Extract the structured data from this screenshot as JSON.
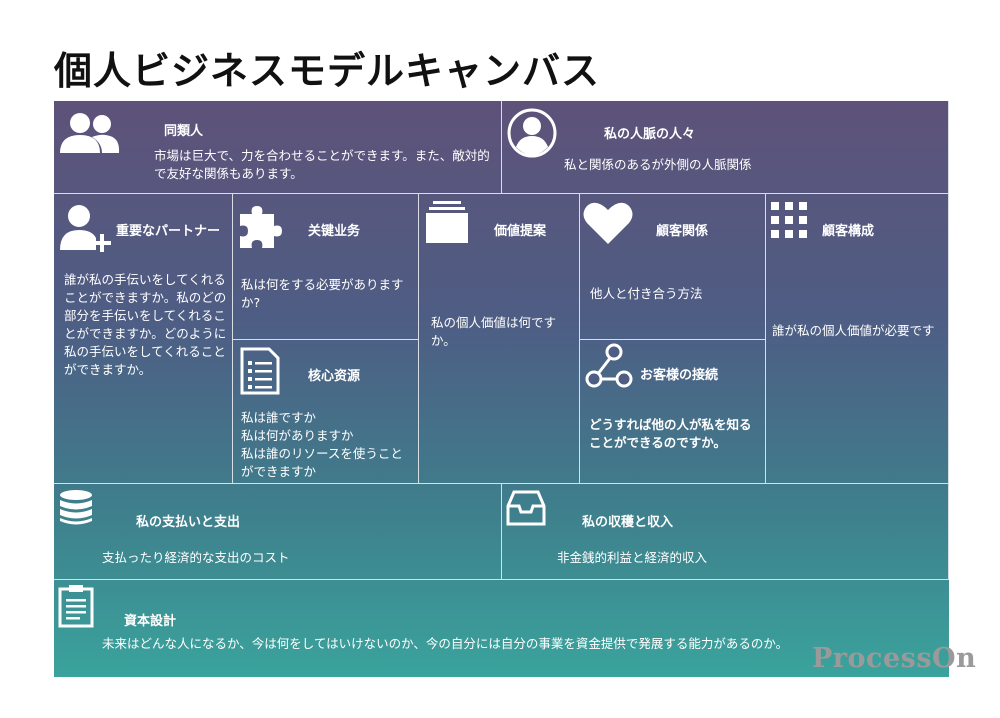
{
  "title": "個人ビジネスモデルキャンバス",
  "watermark": "ProcessOn",
  "cells": {
    "peers": {
      "title": "同類人",
      "text": "市場は巨大で、力を合わせることができます。また、敵対的で友好な関係もあります。"
    },
    "network": {
      "title": "私の人脈の人々",
      "text": "私と関係のあるが外側の人脈関係"
    },
    "partners": {
      "title": "重要なパートナー",
      "text": "誰が私の手伝いをしてくれることができますか。私のどの部分を手伝いをしてくれることができますか。どのように私の手伝いをしてくれることができますか。"
    },
    "activities": {
      "title": "关键业务",
      "text": "私は何をする必要がありますか?"
    },
    "resources": {
      "title": "核心资源",
      "text": "私は誰ですか\n私は何がありますか\n私は誰のリソースを使うことができますか"
    },
    "value": {
      "title": "価値提案",
      "text": "私の個人価値は何ですか。"
    },
    "relationships": {
      "title": "顧客関係",
      "text": "他人と付き合う方法"
    },
    "channels": {
      "title": "お客様の接続",
      "text": "どうすれば他の人が私を知ることができるのですか。"
    },
    "segments": {
      "title": "顧客構成",
      "text": "誰が私の個人価値が必要です"
    },
    "costs": {
      "title": "私の支払いと支出",
      "text": "支払ったり経済的な支出のコスト"
    },
    "revenue": {
      "title": "私の収穫と収入",
      "text": "非金銭的利益と経済的収入"
    },
    "capital": {
      "title": "資本設計",
      "text": "未来はどんな人になるか、今は何をしてはいけないのか、今の自分には自分の事業を資金提供で発展する能力があるのか。"
    }
  }
}
